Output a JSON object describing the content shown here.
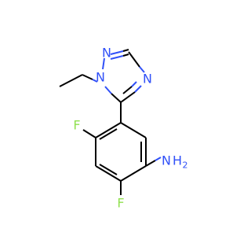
{
  "colors": {
    "background": "#FFFFFF",
    "bond": "#000000",
    "nitrogen": "#3050F8",
    "fluorine": "#90E050"
  },
  "atoms": {
    "n1": {
      "text": "N"
    },
    "n2": {
      "text": "N"
    },
    "n4": {
      "text": "N"
    },
    "f_upper": {
      "text": "F"
    },
    "f_lower": {
      "text": "F"
    },
    "nh2_n": {
      "text": "N"
    },
    "nh2_h": {
      "text": "H"
    },
    "nh2_h2": {
      "text": "2"
    }
  }
}
